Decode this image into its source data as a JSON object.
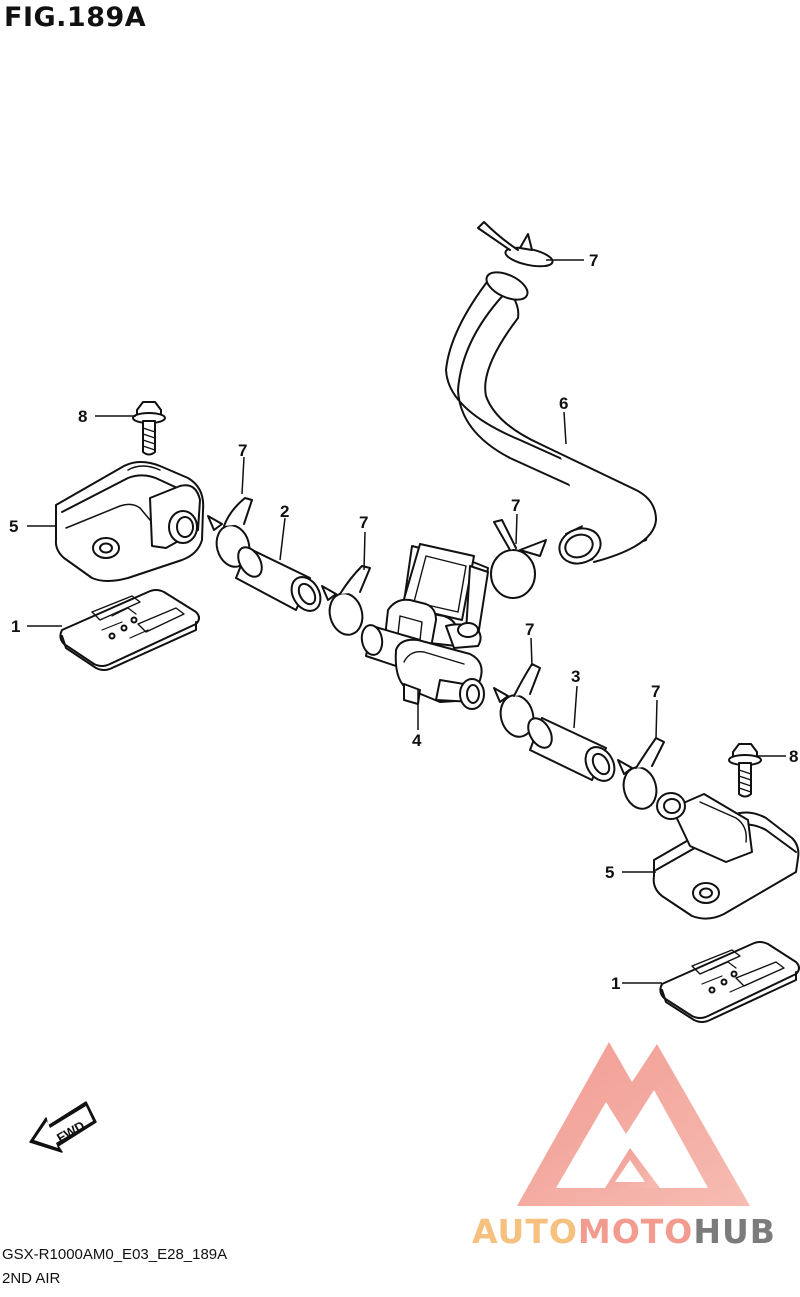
{
  "figure": {
    "title": "FIG.189A",
    "model_code": "GSX-R1000AM0_E03_E28_189A",
    "section_name": "2ND AIR"
  },
  "callouts": [
    {
      "id": "c8a",
      "label": "8"
    },
    {
      "id": "c5a",
      "label": "5"
    },
    {
      "id": "c1a",
      "label": "1"
    },
    {
      "id": "c7a",
      "label": "7"
    },
    {
      "id": "c2",
      "label": "2"
    },
    {
      "id": "c7b",
      "label": "7"
    },
    {
      "id": "c7top",
      "label": "7"
    },
    {
      "id": "c6",
      "label": "6"
    },
    {
      "id": "c7c",
      "label": "7"
    },
    {
      "id": "c4",
      "label": "4"
    },
    {
      "id": "c7d",
      "label": "7"
    },
    {
      "id": "c3",
      "label": "3"
    },
    {
      "id": "c7e",
      "label": "7"
    },
    {
      "id": "c8b",
      "label": "8"
    },
    {
      "id": "c5b",
      "label": "5"
    },
    {
      "id": "c1b",
      "label": "1"
    }
  ],
  "fwd_arrow": {
    "label": "FWD",
    "icon": "forward-arrow-icon"
  },
  "watermark": {
    "words": [
      "AUTO",
      "MOTO",
      "HUB"
    ],
    "colors": {
      "auto": "#f6c07e",
      "moto": "#f29b8e",
      "hub": "#7b7b7b",
      "logo": "#f29b8e"
    }
  }
}
